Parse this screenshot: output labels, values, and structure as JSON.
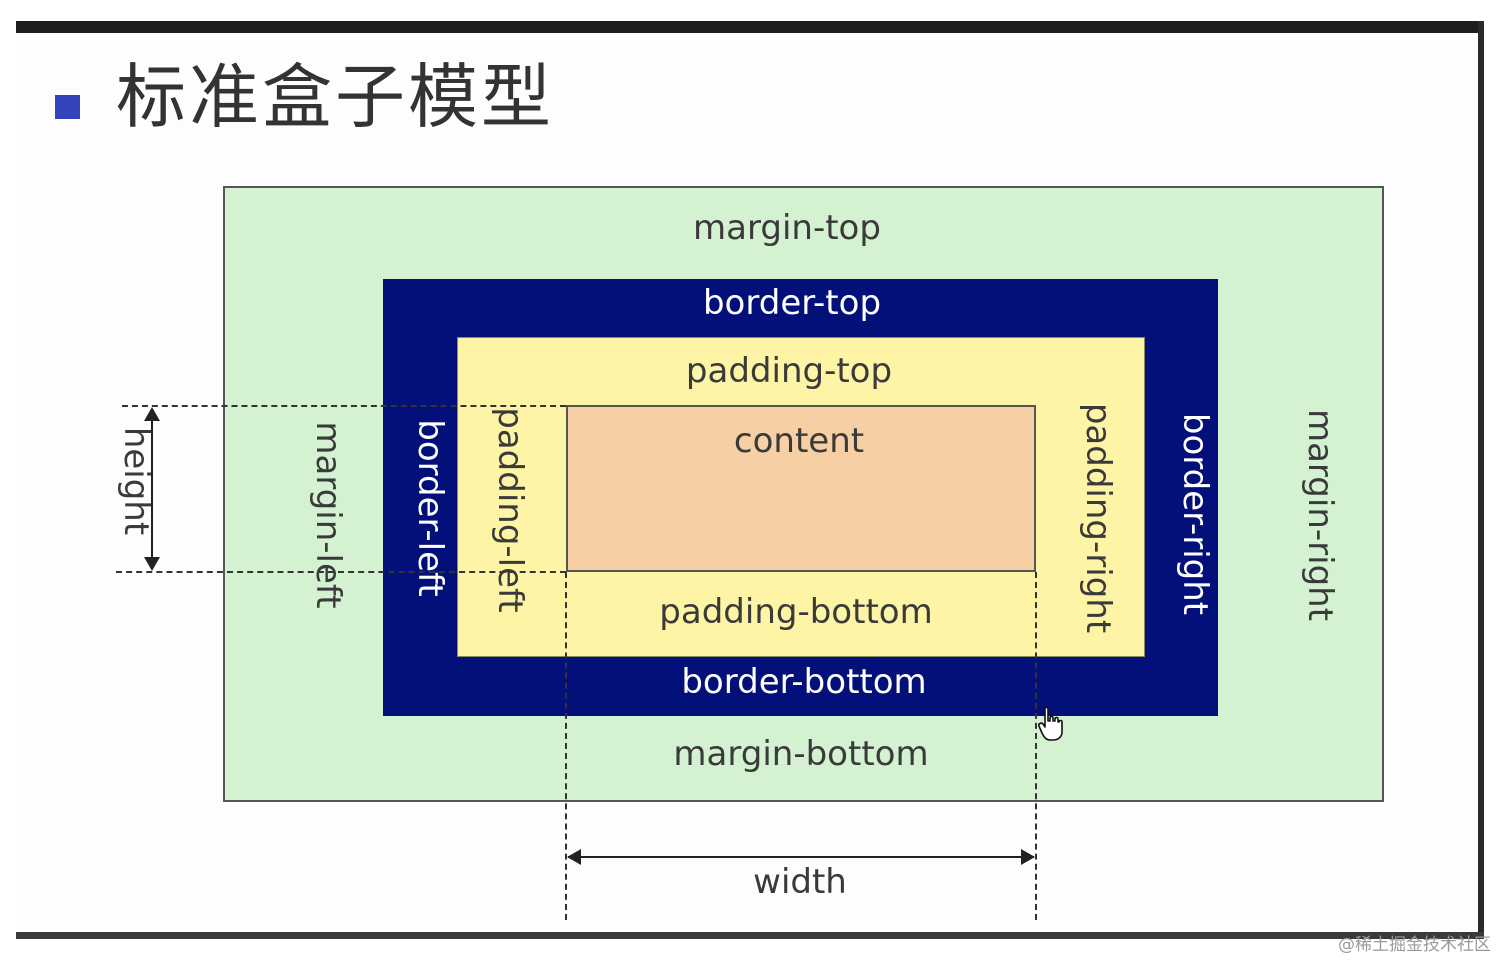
{
  "slide": {
    "title": "标准盒子模型"
  },
  "diagram": {
    "margin": {
      "top": "margin-top",
      "left": "margin-left",
      "right": "margin-right",
      "bottom": "margin-bottom"
    },
    "border": {
      "top": "border-top",
      "left": "border-left",
      "right": "border-right",
      "bottom": "border-bottom"
    },
    "padding": {
      "top": "padding-top",
      "left": "padding-left",
      "right": "padding-right",
      "bottom": "padding-bottom"
    },
    "content": "content",
    "height_label": "height",
    "width_label": "width"
  },
  "colors": {
    "margin": "#d4f2d2",
    "border": "#03107a",
    "padding": "#fdf5a5",
    "content": "#f6cfa4",
    "bullet": "#3344bb"
  },
  "cursor": {
    "icon": "hand-pointer-icon"
  },
  "watermark": "@稀土掘金技术社区"
}
